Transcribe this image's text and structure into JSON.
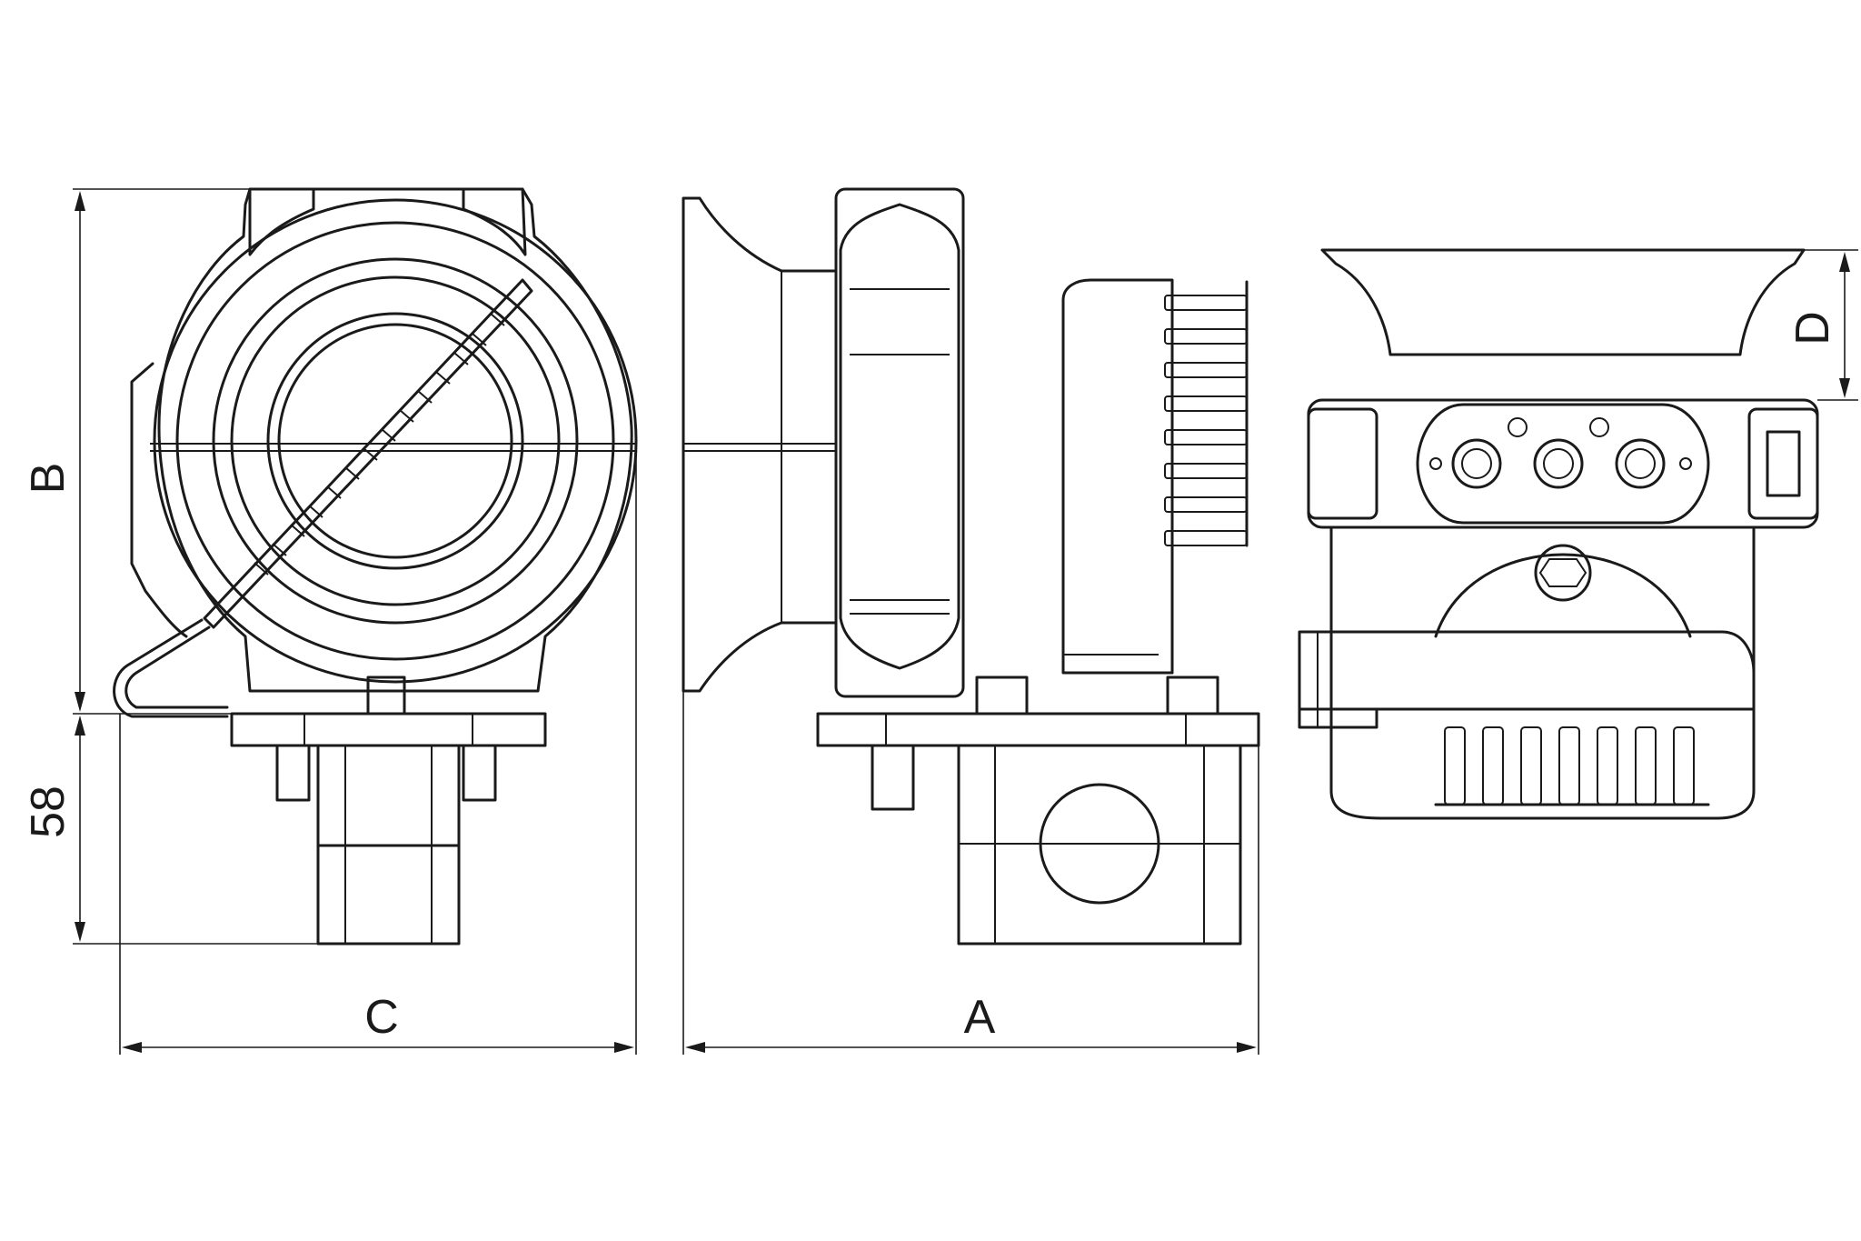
{
  "dimensions": {
    "a_label": "A",
    "b_label": "B",
    "c_label": "C",
    "d_label": "D",
    "height_value": "58"
  }
}
